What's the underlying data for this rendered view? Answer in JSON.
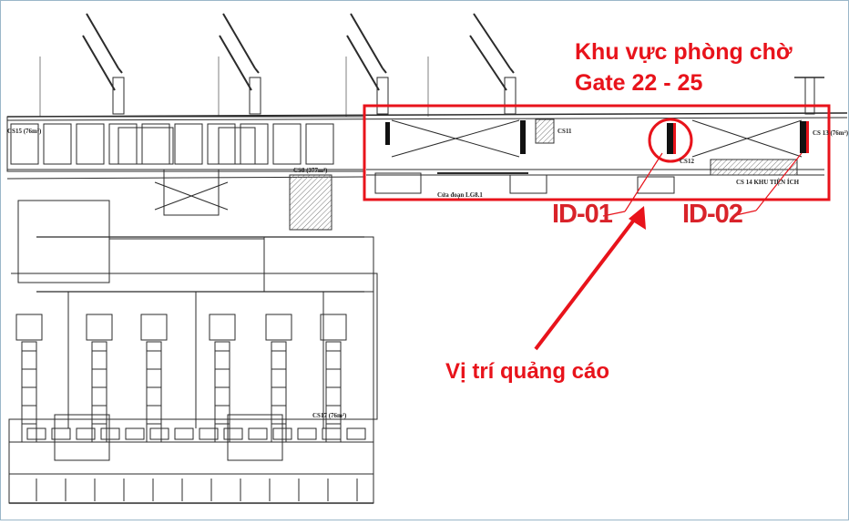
{
  "title": {
    "line1": "Khu vực phòng chờ",
    "line2": "Gate 22 - 25"
  },
  "ad_ids": [
    "ID-01",
    "ID-02"
  ],
  "callout": "Vị trí quảng cáo",
  "plan_labels": {
    "cs8": "CS8 (377m²)",
    "cs11": "CS11",
    "cs12": "CS12",
    "cs14": "CS 14 KHU TIỆN ÍCH",
    "hall": "Cửa đoạn LG8.1",
    "cs13": "CS 13 (76m²)",
    "cs17": "CS17 (76m²)",
    "cs15": "CS15 (76m²)"
  },
  "colors": {
    "highlight": "#e8131b",
    "line": "#2b2b2b",
    "hatch": "#8f8f8f"
  }
}
